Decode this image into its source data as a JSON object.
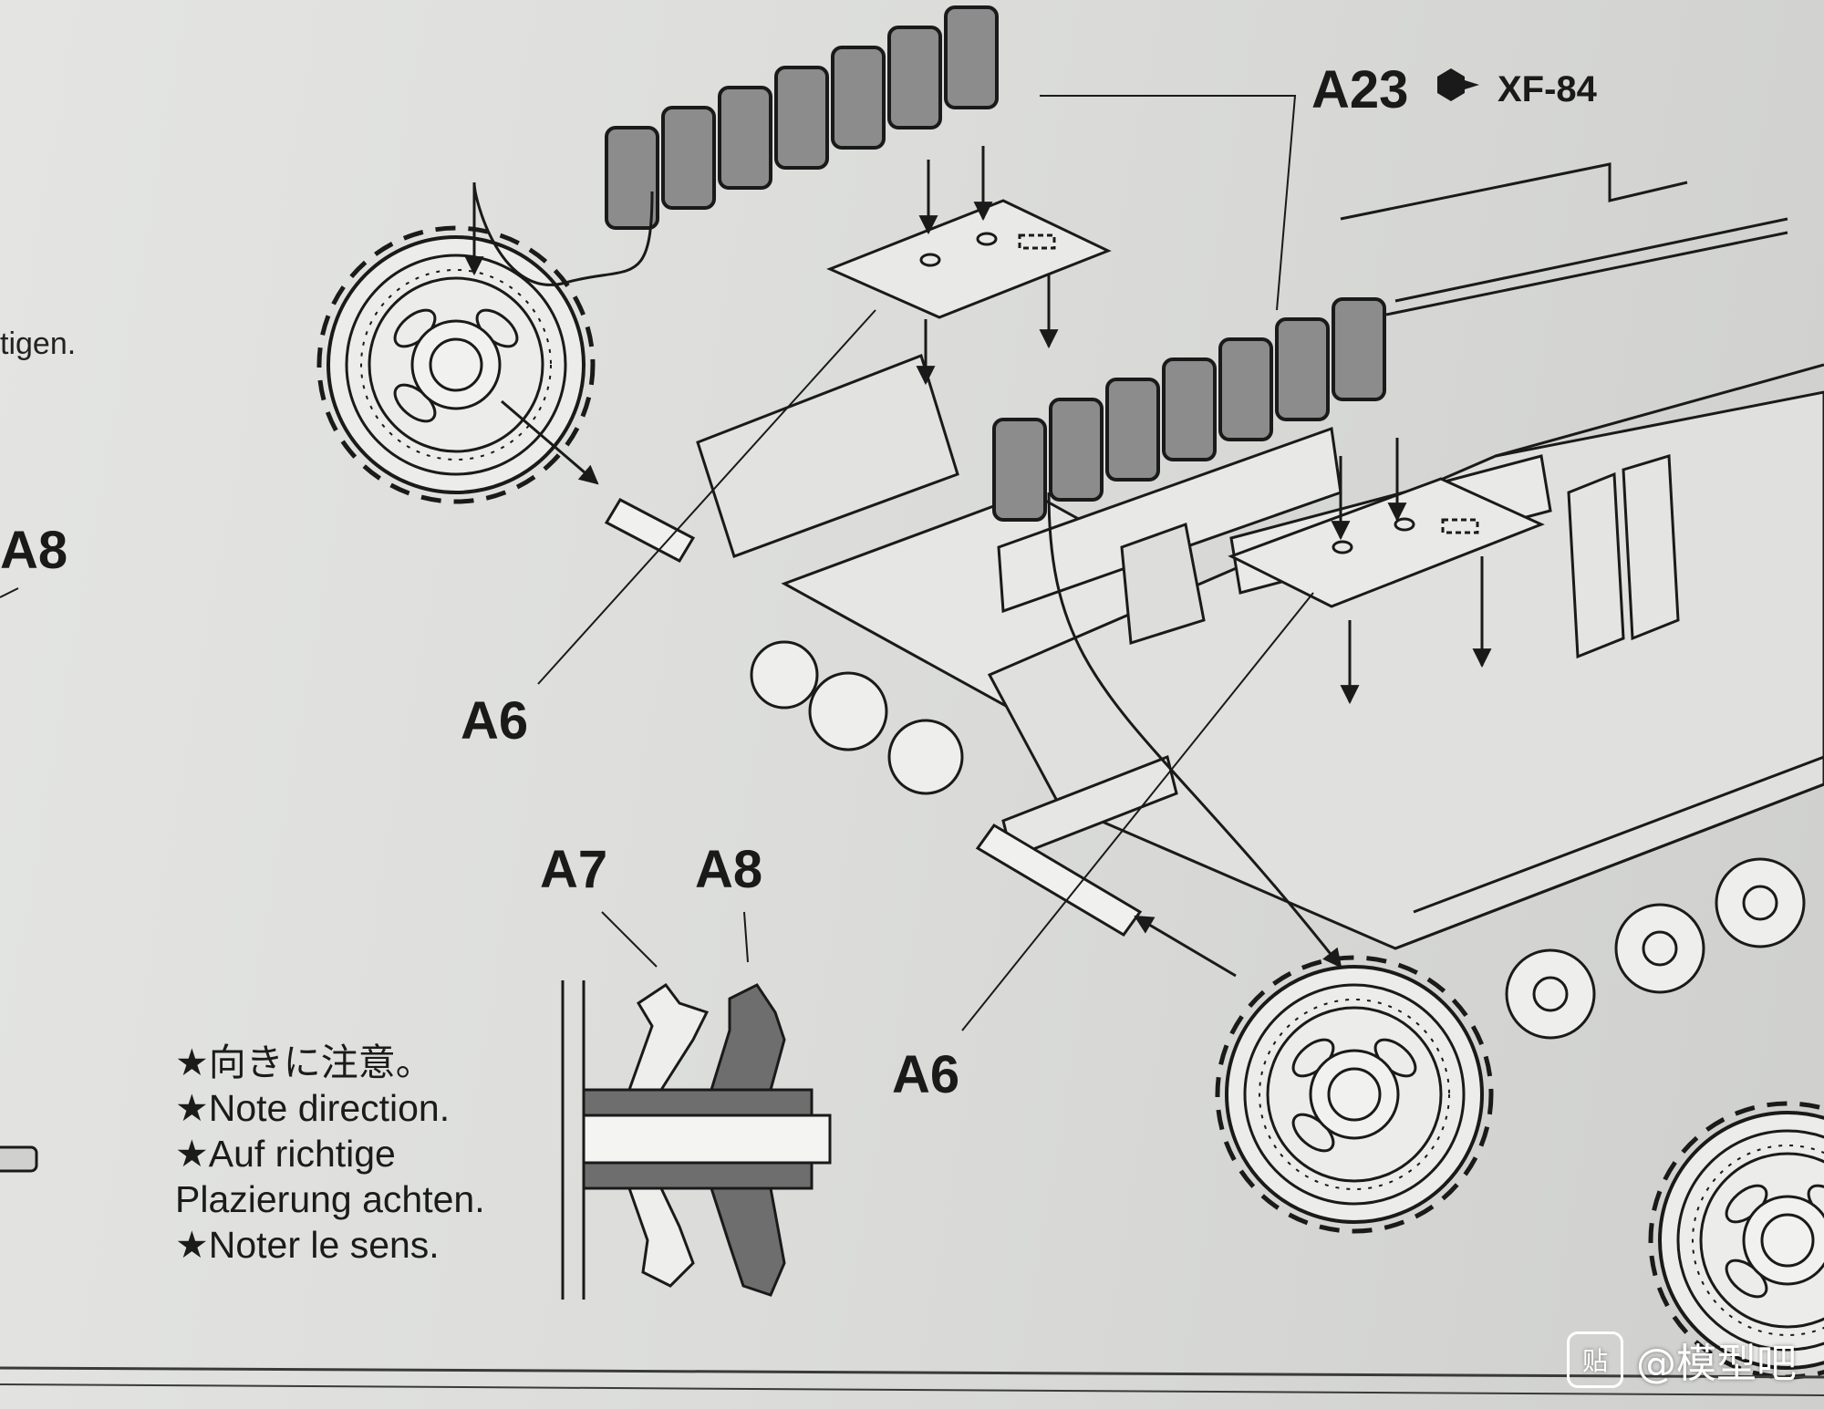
{
  "partial_text": {
    "cut_word": "tigen."
  },
  "labels": {
    "a8_edge": "A8",
    "a6_left": "A6",
    "a6_right": "A6",
    "a7_detail": "A7",
    "a8_detail": "A8",
    "a23": "A23",
    "paint_code": "XF-84"
  },
  "notes": {
    "line1": "★向きに注意。",
    "line2": "★Note direction.",
    "line3": "★Auf richtige",
    "line4": "Plazierung achten.",
    "line5": "★Noter le sens."
  },
  "watermark": {
    "logo": "贴",
    "text": "@模型吧"
  },
  "icons": [
    "paint-hexagon-icon",
    "sprocket-wheel-icon",
    "track-link-icon",
    "arrow-icon"
  ],
  "colors": {
    "paper": "#dcdddb",
    "ink": "#1a1a1a",
    "track_fill": "#8c8c8c",
    "detail_fill": "#6e6e6e"
  }
}
